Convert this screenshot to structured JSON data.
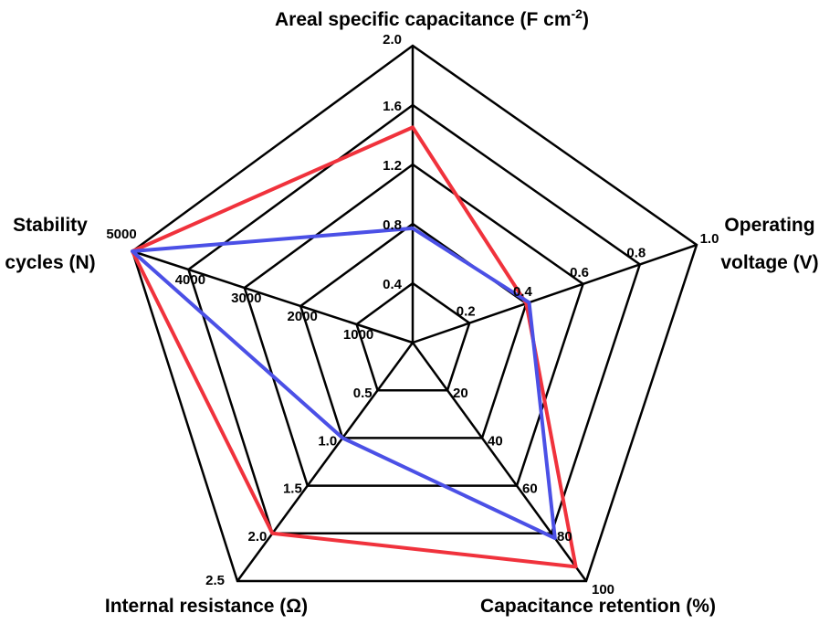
{
  "chart_data": {
    "type": "radar",
    "axes": [
      {
        "key": "capacitance",
        "label": "Areal specific capacitance (F cm",
        "label_sup": "-2",
        "label_tail": ")",
        "max": 2.0,
        "ticks": [
          "0.4",
          "0.8",
          "1.2",
          "1.6",
          "2.0"
        ]
      },
      {
        "key": "voltage",
        "label_lines": [
          "Operating",
          "voltage (V)"
        ],
        "max": 1.0,
        "ticks": [
          "0.2",
          "0.4",
          "0.6",
          "0.8",
          "1.0"
        ]
      },
      {
        "key": "retention",
        "label": "Capacitance retention (%)",
        "max": 100,
        "ticks": [
          "20",
          "40",
          "60",
          "80",
          "100"
        ]
      },
      {
        "key": "resistance",
        "label": "Internal resistance (Ω)",
        "max": 2.5,
        "ticks": [
          "0.5",
          "1.0",
          "1.5",
          "2.0",
          "2.5"
        ]
      },
      {
        "key": "cycles",
        "label_lines": [
          "Stability",
          "cycles (N)"
        ],
        "max": 5000,
        "ticks": [
          "1000",
          "2000",
          "3000",
          "4000",
          "5000"
        ]
      }
    ],
    "grid_levels": 5,
    "series": [
      {
        "color": "#f0323c",
        "values": [
          1.45,
          0.4,
          94,
          2.0,
          5000
        ]
      },
      {
        "color": "#4b50e6",
        "values": [
          0.77,
          0.41,
          82,
          1.0,
          5000
        ]
      }
    ]
  }
}
